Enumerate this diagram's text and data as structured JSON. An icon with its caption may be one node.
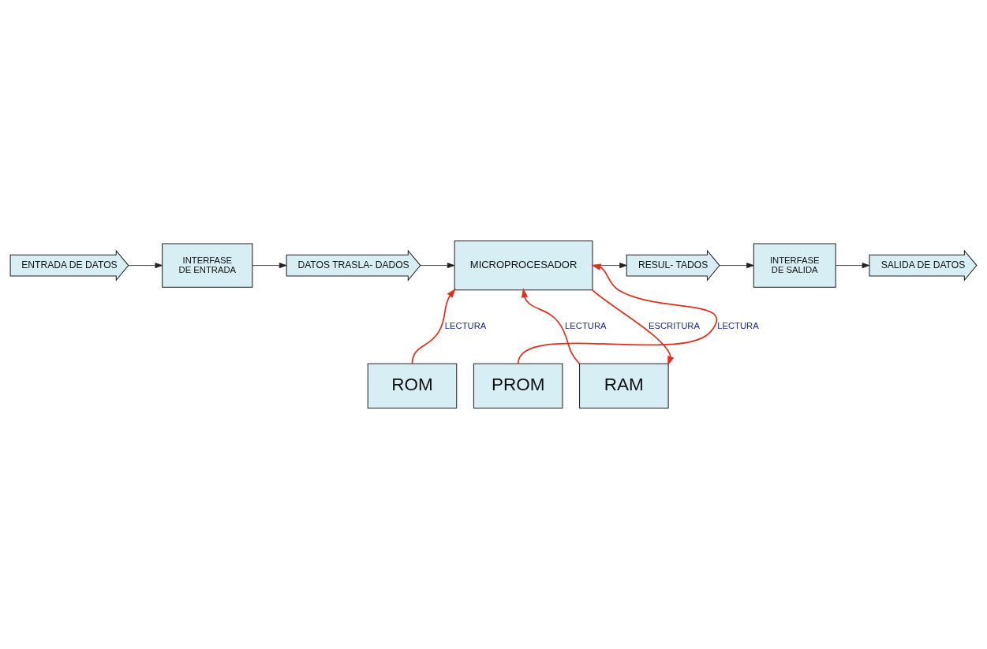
{
  "diagram": {
    "nodes": [
      {
        "text": [
          "ENTRADA DE DATOS"
        ]
      },
      {
        "text": [
          "INTERFASE",
          "DE ENTRADA"
        ]
      },
      {
        "text": [
          "DATOS TRASLA- DADOS"
        ]
      },
      {
        "text": [
          "MICROPROCESADOR"
        ]
      },
      {
        "text": [
          "RESUL- TADOS"
        ]
      },
      {
        "text": [
          "INTERFASE",
          "DE SALIDA"
        ]
      },
      {
        "text": [
          "SALIDA DE DATOS"
        ]
      },
      {
        "text": [
          "ROM"
        ]
      },
      {
        "text": [
          "RAM"
        ]
      },
      {
        "text": [
          "PROM"
        ]
      }
    ],
    "edges": [
      {
        "from": 0,
        "to": 1,
        "arrow": "to"
      },
      {
        "from": 1,
        "to": 2,
        "arrow": "to"
      },
      {
        "from": 2,
        "to": 3,
        "arrow": "to"
      },
      {
        "from": 3,
        "to": 4,
        "arrow": "to"
      },
      {
        "from": 4,
        "to": 5,
        "arrow": "to"
      },
      {
        "from": 5,
        "to": 6,
        "arrow": "to"
      },
      {
        "from": 7,
        "to": 3,
        "arrow": "to",
        "label": "LECTURA",
        "color": "#e0301e"
      },
      {
        "from": 8,
        "to": 3,
        "arrow": "to",
        "label": "LECTURA",
        "color": "#e0301e"
      },
      {
        "from": 3,
        "to": 8,
        "arrow": "to",
        "label": "ESCRITURA",
        "color": "#e0301e"
      },
      {
        "from": 9,
        "to": 3,
        "arrow": "to",
        "label": "LECTURA",
        "color": "#e0301e"
      }
    ]
  }
}
